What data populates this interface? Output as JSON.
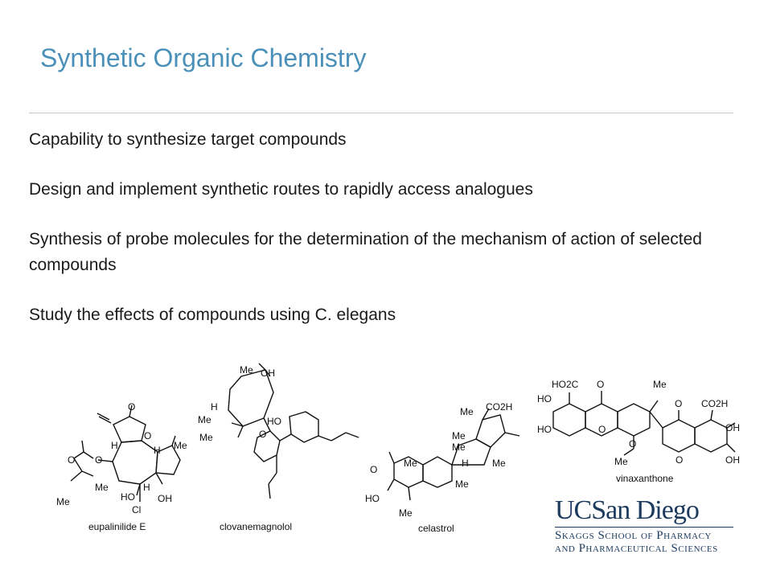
{
  "slide": {
    "title": "Synthetic Organic Chemistry",
    "bullets": [
      "Capability to synthesize target compounds",
      "Design and implement synthetic routes to rapidly access analogues",
      "Synthesis of probe molecules for the determination of the mechanism of action of selected compounds",
      "Study the effects of compounds using C. elegans"
    ]
  },
  "molecules": {
    "eupalinilide": {
      "caption": "eupalinilide E",
      "labels": [
        "O",
        "O",
        "H",
        "H",
        "Me",
        "O",
        "O",
        "Me",
        "Me",
        "HO",
        "OH",
        "H",
        "Cl"
      ]
    },
    "clovanemagnolol": {
      "caption": "clovanemagnolol",
      "labels": [
        "Me",
        "OH",
        "H",
        "Me",
        "Me",
        "HO",
        "O"
      ]
    },
    "celastrol": {
      "caption": "celastrol",
      "labels": [
        "CO2H",
        "Me",
        "Me",
        "Me",
        "Me",
        "H",
        "Me",
        "Me",
        "O",
        "HO",
        "Me"
      ]
    },
    "vinaxanthone": {
      "caption": "vinaxanthone",
      "labels": [
        "HO2C",
        "O",
        "Me",
        "HO",
        "HO",
        "O",
        "O",
        "Me",
        "O",
        "CO2H",
        "OH",
        "O",
        "OH"
      ]
    }
  },
  "logo": {
    "main": "UCSan Diego",
    "line1": "Skaggs School of Pharmacy",
    "line2": "and Pharmaceutical Sciences",
    "color": "#1b3a5e"
  },
  "colors": {
    "title": "#4a90b8",
    "rule": "#c8c8c8"
  }
}
